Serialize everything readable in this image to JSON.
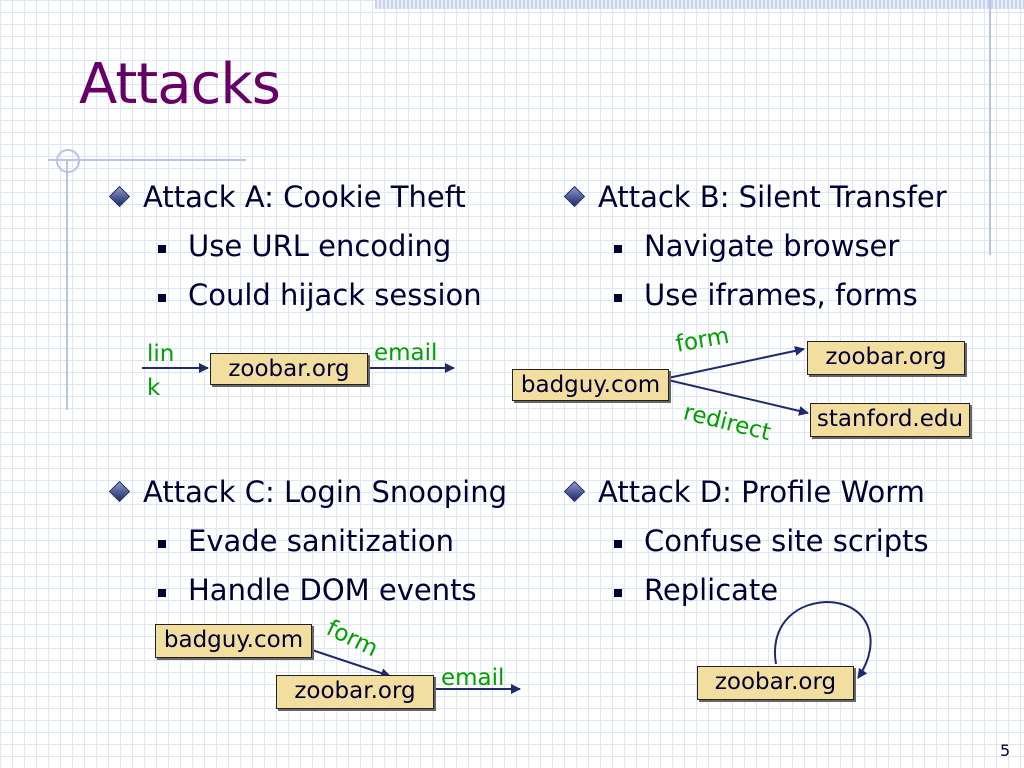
{
  "slide": {
    "title": "Attacks",
    "page_number": "5"
  },
  "attack_a": {
    "heading": "Attack A: Cookie Theft",
    "bullets": [
      "Use URL encoding",
      "Could hijack session"
    ],
    "diagram": {
      "link_label_1": "lin",
      "link_label_2": "k",
      "site": "zoobar.org",
      "email_label": "email"
    }
  },
  "attack_b": {
    "heading": "Attack B: Silent Transfer",
    "bullets": [
      "Navigate browser",
      "Use iframes, forms"
    ],
    "diagram": {
      "source": "badguy.com",
      "form_label": "form",
      "target_1": "zoobar.org",
      "redirect_label": "redirect",
      "target_2": "stanford.edu"
    }
  },
  "attack_c": {
    "heading": "Attack C: Login Snooping",
    "bullets": [
      "Evade sanitization",
      "Handle DOM events"
    ],
    "diagram": {
      "source": "badguy.com",
      "form_label": "form",
      "site": "zoobar.org",
      "email_label": "email"
    }
  },
  "attack_d": {
    "heading": "Attack D: Profile Worm",
    "bullets": [
      "Confuse site scripts",
      "Replicate"
    ],
    "diagram": {
      "site": "zoobar.org"
    }
  },
  "colors": {
    "title": "#660066",
    "body_text": "#000033",
    "box_fill": "#f2dfa0",
    "edge_label": "#00a000"
  }
}
